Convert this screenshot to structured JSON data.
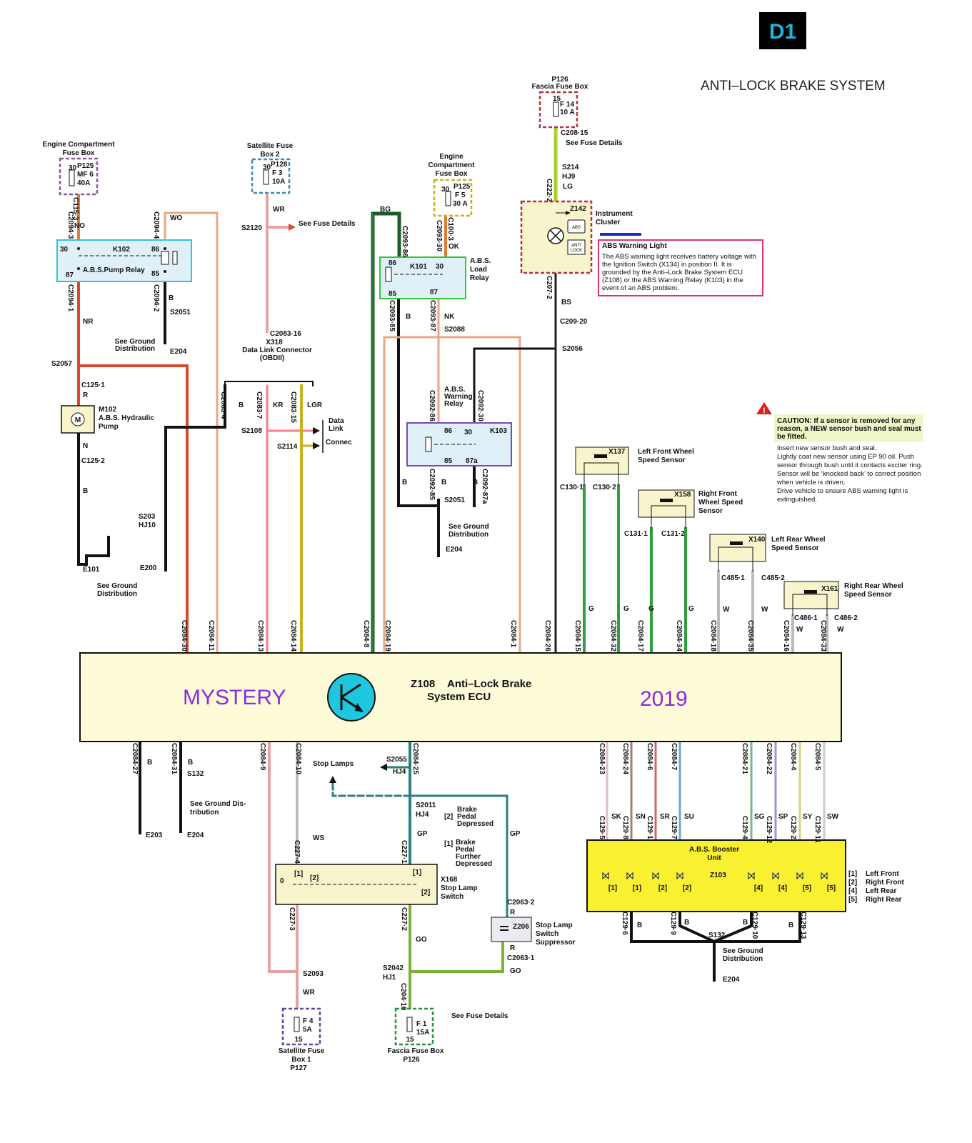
{
  "page_tag": "D1",
  "title": "ANTI–LOCK BRAKE SYSTEM",
  "ecu": {
    "id": "Z108",
    "line1": "Anti–Lock Brake",
    "line2": "System ECU",
    "left_text": "MYSTERY",
    "right_text": "2019"
  },
  "fuses": {
    "p125_left": {
      "title1": "Engine Compartment",
      "title2": "Fuse Box",
      "code": "P125",
      "terminal": "30",
      "fuse": "MF 6",
      "rating": "40A"
    },
    "p128": {
      "title1": "Satellite Fuse",
      "title2": "Box 2",
      "code": "P128",
      "terminal": "30",
      "fuse": "F 3",
      "rating": "10A"
    },
    "p125_mid": {
      "title1": "Engine",
      "title2": "Compartment",
      "title3": "Fuse Box",
      "code": "P125",
      "terminal": "30",
      "fuse": "F 5",
      "rating": "30 A"
    },
    "p126_top": {
      "title1": "P126",
      "title2": "Fascia Fuse Box",
      "terminal": "15",
      "fuse": "F 14",
      "rating": "10  A"
    },
    "p127": {
      "fuse": "F 4",
      "rating": "5A",
      "terminal": "15",
      "title1": "Satellite Fuse",
      "title2": "Box 1",
      "title3": "P127"
    },
    "p126_bottom": {
      "fuse": "F 1",
      "rating": "15A",
      "terminal": "15",
      "title1": "Fascia Fuse Box",
      "title2": "P126"
    }
  },
  "relays": {
    "k102": {
      "id": "K102",
      "name": "A.B.S.Pump Relay",
      "pins": [
        "30",
        "86",
        "87",
        "85"
      ]
    },
    "k101": {
      "id": "K101",
      "name1": "A.B.S.",
      "name2": "Load",
      "name3": "Relay",
      "pins": [
        "86",
        "30",
        "85",
        "87"
      ]
    },
    "k103": {
      "id": "K103",
      "name1": "A.B.S.",
      "name2": "Warning",
      "name3": "Relay",
      "pins": [
        "86",
        "30",
        "85",
        "87a"
      ]
    }
  },
  "components": {
    "m102": {
      "id": "M102",
      "name1": "A.B.S. Hydraulic",
      "name2": "Pump",
      "symbol": "M"
    },
    "x318": {
      "conn": "C2083·16",
      "id": "X318",
      "name1": "Data Link Connector",
      "name2": "(OBDII)"
    },
    "z142": {
      "id": "Z142",
      "name1": "Instrument",
      "name2": "Cluster",
      "abs": "ABS",
      "anti": "ANTI",
      "lock": "LOCK"
    },
    "x168": {
      "id": "X168",
      "name1": "Stop Lamp",
      "name2": "Switch"
    },
    "z206": {
      "id": "Z206",
      "name1": "Stop Lamp",
      "name2": "Switch",
      "name3": "Suppressor"
    },
    "z103": {
      "name1": "A.B.S. Booster",
      "name2": "Unit",
      "id": "Z103"
    }
  },
  "sensors": [
    {
      "id": "X137",
      "name1": "Left Front Wheel",
      "name2": "Speed Sensor",
      "c1": "C130·1",
      "c2": "C130·2",
      "wire": "G"
    },
    {
      "id": "X158",
      "name1": "Right Front",
      "name2": "Wheel Speed",
      "name3": "Sensor",
      "c1": "C131·1",
      "c2": "C131·2",
      "wire": "G"
    },
    {
      "id": "X140",
      "name1": "Left Rear Wheel",
      "name2": "Speed Sensor",
      "c1": "C485·1",
      "c2": "C485·2",
      "wire": "W"
    },
    {
      "id": "X161",
      "name1": "Right Rear Wheel",
      "name2": "Speed Sensor",
      "c1": "C486·1",
      "c2": "C486·2",
      "wire": "W"
    }
  ],
  "abs_warning": {
    "title": "ABS Warning Light",
    "lines": [
      "The ABS warning light receives battery voltage with",
      "the Ignition Switch (X134) in position II. It is",
      "grounded by the Anti–Lock Brake System ECU",
      "(Z108) or the ABS Warning Relay (K103) in the",
      "event of an ABS problem."
    ]
  },
  "caution": {
    "head": [
      "CAUTION: If a sensor is removed for any",
      "reason, a NEW sensor bush and seal must",
      "be fitted."
    ],
    "body": [
      "Insert new sensor bush and seal.",
      "Lightly coat new sensor using EP 90 oil. Push",
      "sensor through bush until it contacts exciter ring.",
      "Sensor will be ‘knocked back’ to correct position",
      "when vehicle is driven.",
      "Drive vehicle to ensure ABS warning light is",
      "extinguished."
    ]
  },
  "booster_legend": [
    {
      "k": "[1]",
      "v": "Left Front"
    },
    {
      "k": "[2]",
      "v": "Right Front"
    },
    {
      "k": "[4]",
      "v": "Left Rear"
    },
    {
      "k": "[5]",
      "v": "Right Rear"
    }
  ],
  "valve_tags": [
    "[1]",
    "[1]",
    "[2]",
    "[2]",
    "[4]",
    "[4]",
    "[5]",
    "[5]"
  ],
  "stop_lamp_notes": {
    "n2": "[2]",
    "n2a": "Brake",
    "n2b": "Pedal",
    "n2c": "Depressed",
    "n1": "[1]",
    "n1a": "Brake",
    "n1b": "Pedal",
    "n1c": "Further",
    "n1d": "Depressed",
    "stop_lamps": "Stop Lamps"
  },
  "labels": {
    "see_fuse": "See Fuse Details",
    "see_ground": "See Ground",
    "distribution": "Distribution",
    "see_ground_dis": "See Ground Dis-",
    "tribution": "tribution",
    "data": "Data",
    "link": "Link",
    "connec": "Connec"
  },
  "wires": {
    "NO": "NO",
    "NR": "NR",
    "R": "R",
    "N": "N",
    "B": "B",
    "WO": "WO",
    "WR": "WR",
    "KR": "KR",
    "LGR": "LGR",
    "BG": "BG",
    "OK": "OK",
    "NK": "NK",
    "LG": "LG",
    "BS": "BS",
    "WS": "WS",
    "GP": "GP",
    "GO": "GO",
    "G": "G",
    "W": "W",
    "SK": "SK",
    "SN": "SN",
    "SR": "SR",
    "SU": "SU",
    "SG": "SG",
    "SP": "SP",
    "SY": "SY",
    "SW": "SW"
  },
  "connectors": {
    "c115_3": "C115·3",
    "c2094_3": "C2094·3",
    "c2094_4": "C2094·4",
    "c2094_1": "C2094·1",
    "c2094_2": "C2094·2",
    "s2051a": "S2051",
    "e204a": "E204",
    "s2057": "S2057",
    "c125_1": "C125·1",
    "c125_2": "C125·2",
    "e101": "E101",
    "s2120": "S2120",
    "c2083_4": "C2083·4",
    "c2083_7": "C2083·7",
    "c2083_15": "C2083·15",
    "s2108": "S2108",
    "s2114": "S2114",
    "s203": "S203",
    "hj10": "HJ10",
    "e200": "E200",
    "c2093_86": "C2093·86",
    "c2093_30": "C2093·30",
    "c100_3": "C100·3",
    "c2093_85": "C2093·85",
    "c2093_87": "C2093·87",
    "s2088": "S2088",
    "c208_15": "C208·15",
    "s214": "S214",
    "hj9": "HJ9",
    "c222_2": "C222·2",
    "c207_2": "C207·2",
    "c209_20": "C209·20",
    "s2056": "S2056",
    "c2092_86": "C2092·86",
    "c2092_30": "C2092·30",
    "c2092_85": "C2092·85",
    "c2092_87a": "C2092·87a",
    "s2051b": "S2051",
    "e204b": "E204",
    "top": [
      "C2084·30",
      "C2084·11",
      "C2084·13",
      "C2084·14",
      "C2084·8",
      "C2084·19",
      "C2084·1",
      "C2084·26",
      "C2084·15",
      "C2084·32",
      "C2084·17",
      "C2084·34",
      "C2084·18",
      "C2084·35",
      "C2084·16",
      "C2084·33"
    ],
    "bottom_left": [
      "C2084·27",
      "C2084·31",
      "C2084·9",
      "C2084·10",
      "C2084·25"
    ],
    "bottom_right": [
      "C2084·23",
      "C2084·24",
      "C2084·6",
      "C2084·7",
      "C2084·21",
      "C2084·22",
      "C2084·4",
      "C2084·5"
    ],
    "booster": [
      "C129·5",
      "C129·8",
      "C129·1",
      "C129·7",
      "C129·4",
      "C129·12",
      "C129·2",
      "C129·11"
    ],
    "booster_bottom": [
      "C129·6",
      "C129·9",
      "C129·10",
      "C129·13"
    ],
    "s132a": "S132",
    "e203": "E203",
    "e204c": "E204",
    "s2055": "S2055",
    "hj4": "HJ4",
    "s2011": "S2011",
    "hj4b": "HJ4",
    "c227_4": "C227·4",
    "c227_1": "C227·1",
    "c227_3": "C227·3",
    "c227_2": "C227·2",
    "c2063_2": "C2063·2",
    "c2063_1": "C2063·1",
    "s2093": "S2093",
    "s2042": "S2042",
    "hj1": "HJ1",
    "c204_10": "C204·10",
    "s132b": "S132",
    "e204d": "E204"
  },
  "colors": {
    "orange": "#e07a35",
    "red": "#d9492f",
    "pink": "#ff7b8a",
    "green": "#2e9f3b",
    "lime": "#a9d12b",
    "yellow": "#c8b21a",
    "tan": "#e6a882",
    "gray": "#aaaaaa",
    "black": "#111111",
    "teal": "#2a7f7f"
  }
}
